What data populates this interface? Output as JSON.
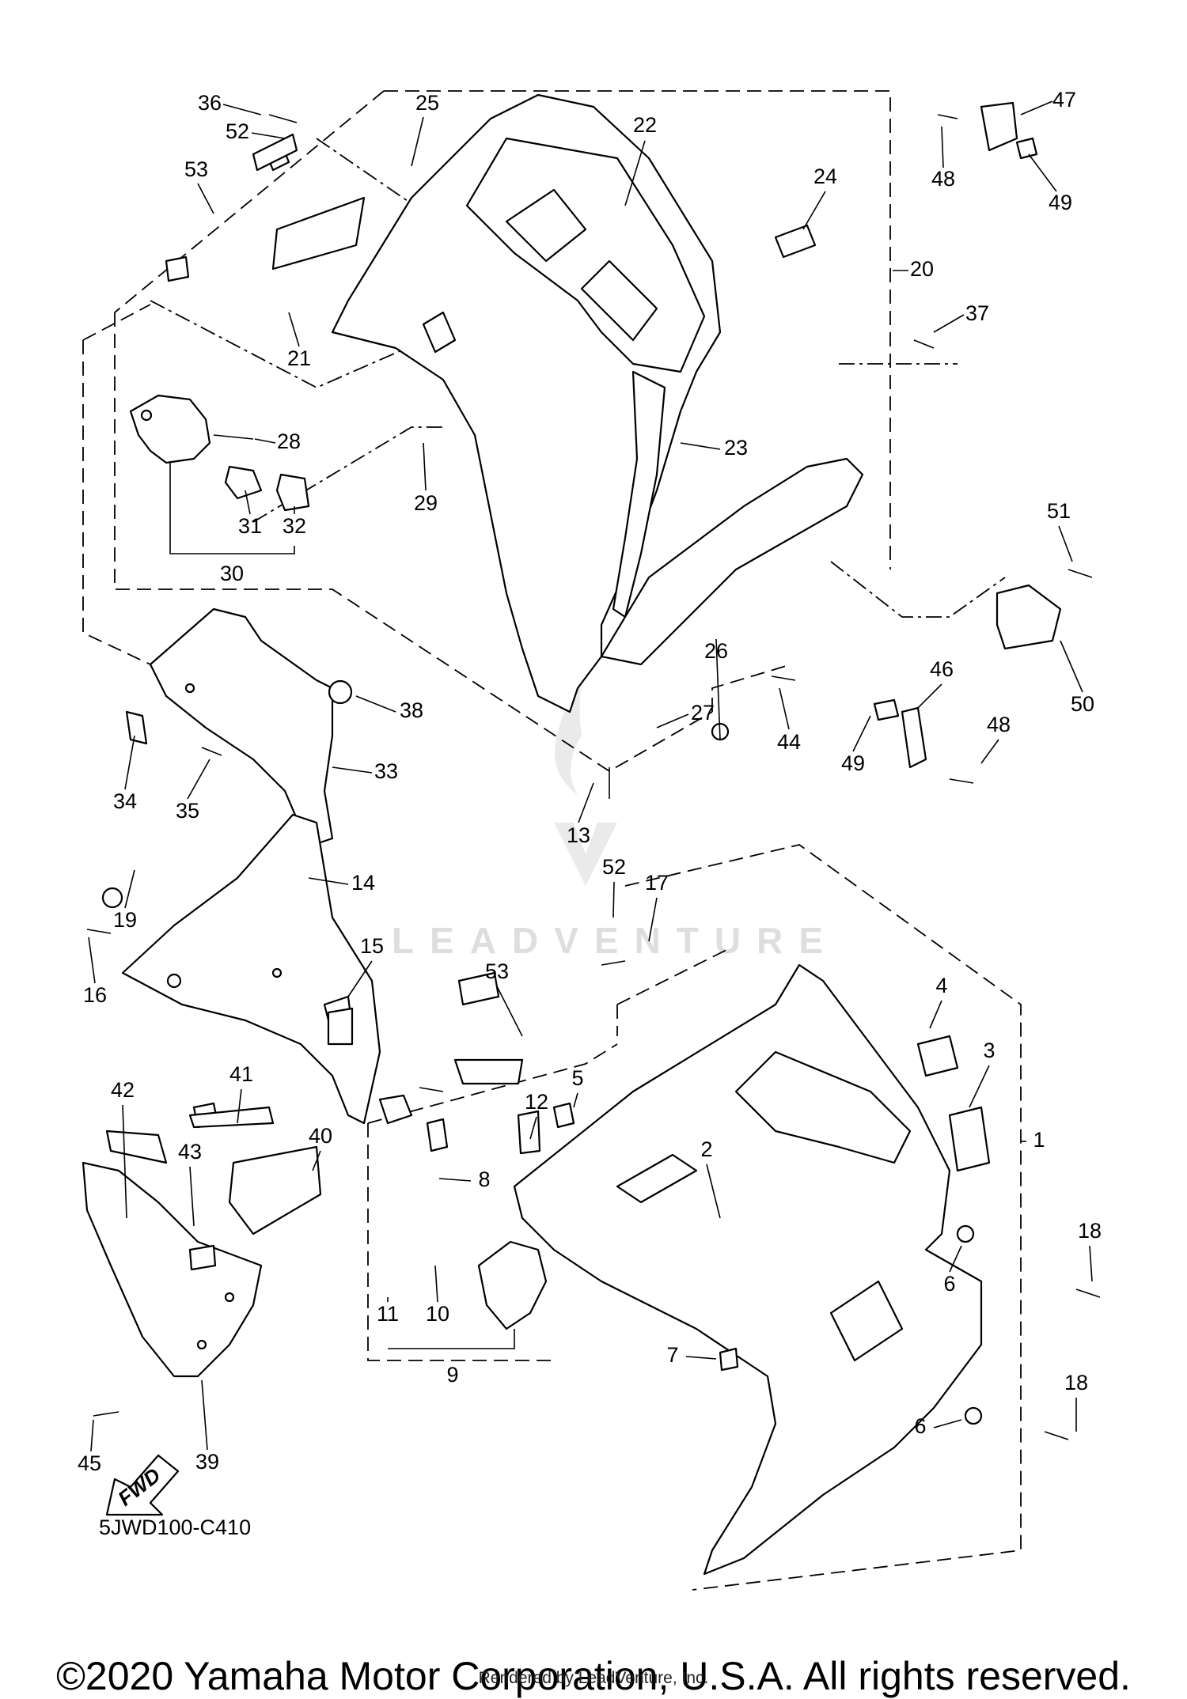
{
  "diagram_code": "5JWD100-C410",
  "fwd_label": "FWD",
  "watermark": "LEADVENTURE",
  "copyright": "©2020 Yamaha Motor Corporation, U.S.A. All rights reserved.",
  "rendered_by": "Rendered by LeadVenture, Inc.",
  "callouts": [
    "36",
    "52",
    "25",
    "22",
    "47",
    "53",
    "24",
    "48",
    "49",
    "20",
    "21",
    "37",
    "28",
    "29",
    "23",
    "51",
    "31",
    "32",
    "30",
    "26",
    "38",
    "50",
    "44",
    "46",
    "48",
    "27",
    "33",
    "49",
    "34",
    "35",
    "13",
    "14",
    "52",
    "17",
    "19",
    "15",
    "16",
    "53",
    "4",
    "3",
    "42",
    "41",
    "5",
    "40",
    "12",
    "2",
    "1",
    "43",
    "8",
    "18",
    "6",
    "11",
    "10",
    "9",
    "7",
    "18",
    "6",
    "45",
    "39"
  ]
}
